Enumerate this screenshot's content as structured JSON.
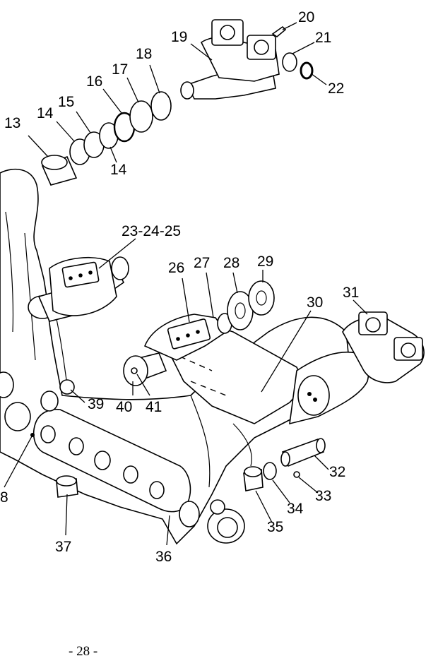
{
  "diagram": {
    "labels": {
      "n13": "13",
      "n14a": "14",
      "n15": "15",
      "n14b": "14",
      "n16": "16",
      "n17": "17",
      "n18": "18",
      "n19": "19",
      "n20": "20",
      "n21": "21",
      "n22": "22",
      "n23_25": "23-24-25",
      "n26": "26",
      "n27": "27",
      "n28": "28",
      "n29": "29",
      "n30": "30",
      "n31": "31",
      "n32": "32",
      "n33": "33",
      "n34": "34",
      "n35": "35",
      "n36": "36",
      "n37": "37",
      "n38": "8",
      "n39": "39",
      "n40": "40",
      "n41": "41"
    },
    "page_number": "- 28 -"
  }
}
